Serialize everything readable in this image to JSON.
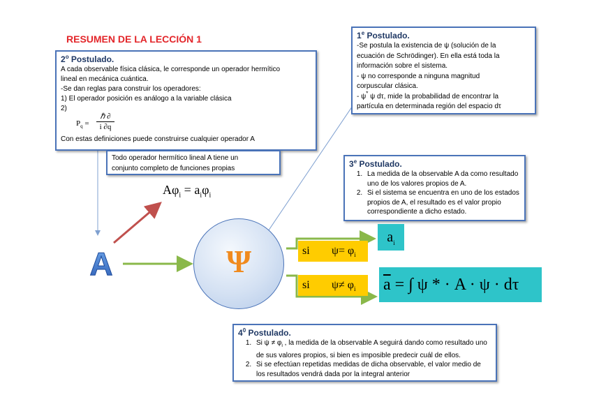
{
  "title": "RESUMEN DE LA LECCIÓN 1",
  "postulado1": {
    "header_num": "1",
    "header_sup": "e",
    "header_text": " Postulado.",
    "line1": "-Se postula la existencia de ψ (solución de la",
    "line2": "ecuación de Schrödinger). En ella está toda la",
    "line3": "información sobre el sistema.",
    "line4": "- ψ  no corresponde a ninguna magnitud",
    "line5": "corpuscular clásica.",
    "line6a": " - ψ",
    "line6sup": "*",
    "line6b": " ψ dτ, mide la probabilidad de encontrar la",
    "line7": "partícula en determinada región del espacio dτ"
  },
  "postulado2": {
    "header_num": "2",
    "header_sup": "o",
    "header_text": " Postulado.",
    "line1": "A cada observable física clásica, le corresponde un operador hermítico",
    "line2": "lineal en mecánica cuántica.",
    "line3": "-Se dan reglas para construir los operadores:",
    "line4": "1) El operador posición es análogo a la variable clásica",
    "line5": "2)",
    "formula_lhs": "P",
    "formula_sub": "q",
    "formula_eq": " = ",
    "formula_num": "ℏ  ∂",
    "formula_den": "i  ∂q",
    "line6": "Con estas definiciones puede construirse cualquier operador A"
  },
  "hermitico": {
    "line1": "Todo operador hermítico  lineal A tiene un",
    "line2": "conjunto completo de funciones propias"
  },
  "eigen_eq": {
    "lhs": "Aφ",
    "lhs_sub": "i",
    "eq": " = a",
    "a_sub": "i",
    "phi": "φ",
    "phi_sub": "i"
  },
  "postulado3": {
    "header_num": "3",
    "header_sup": "e",
    "header_text": " Postulado.",
    "items": [
      "La medida de la observable A da como resultado uno de los valores propios de A.",
      "Si el sistema se encuentra en uno de los estados propios de A, el resultado es el valor propio correspondiente a dicho estado."
    ]
  },
  "postulado4": {
    "header_num": "4",
    "header_sup": "0",
    "header_text": " Postulado.",
    "item1a": "Si ψ ≠ φ",
    "item1sub": "i",
    "item1b": " , la medida de la observable A seguirá dando como resultado uno de sus valores propios, si bien es imposible predecir cuál de ellos.",
    "item2": "Si se efectúan repetidas medidas de dicha observable, el valor medio de los resultados vendrá dada por la integral anterior"
  },
  "operator_letter": "A",
  "psi_symbol": "Ψ",
  "cond1": {
    "si": "si",
    "expr": "ψ= φ",
    "sub": "i"
  },
  "cond2": {
    "si": "si",
    "expr": "ψ≠ φ",
    "sub": "i"
  },
  "result1": {
    "a": "a",
    "sub": "i"
  },
  "result2": {
    "lhs": "a",
    "eq": " = ∫ ψ * · A · ψ · dτ"
  },
  "colors": {
    "title": "#e3262a",
    "header": "#1f3864",
    "box_border": "#4a73b8",
    "green_arrow": "#8ab84a",
    "red_arrow": "#c0504d",
    "yellow": "#ffcc00",
    "cyan": "#2ec4c9",
    "psi": "#f08a1e"
  }
}
